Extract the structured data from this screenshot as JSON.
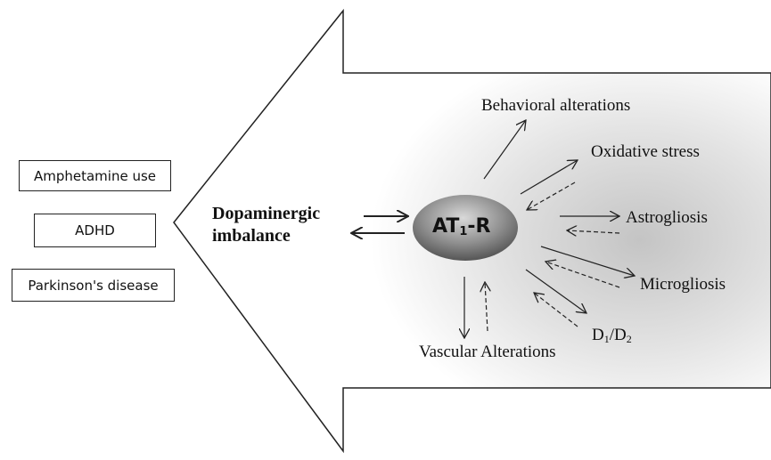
{
  "conditions": [
    "Amphetamine use",
    "ADHD",
    "Parkinson's disease"
  ],
  "center": {
    "text": "AT",
    "subscript": "1",
    "suffix": "-R"
  },
  "dopaminergic": {
    "line1": "Dopaminergic",
    "line2": "imbalance"
  },
  "effects": {
    "behavioral": "Behavioral alterations",
    "oxidative": "Oxidative stress",
    "astrogliosis": "Astrogliosis",
    "microgliosis": "Microgliosis",
    "d1d2": {
      "d": "D",
      "one": "1",
      "slash": "/D",
      "two": "2"
    },
    "vascular": "Vascular Alterations"
  },
  "colors": {
    "line": "#222222",
    "node_dark": "#4a4a4a",
    "node_light": "#d9d9d9",
    "arrow_fill_dark": "#c4c4c4"
  }
}
